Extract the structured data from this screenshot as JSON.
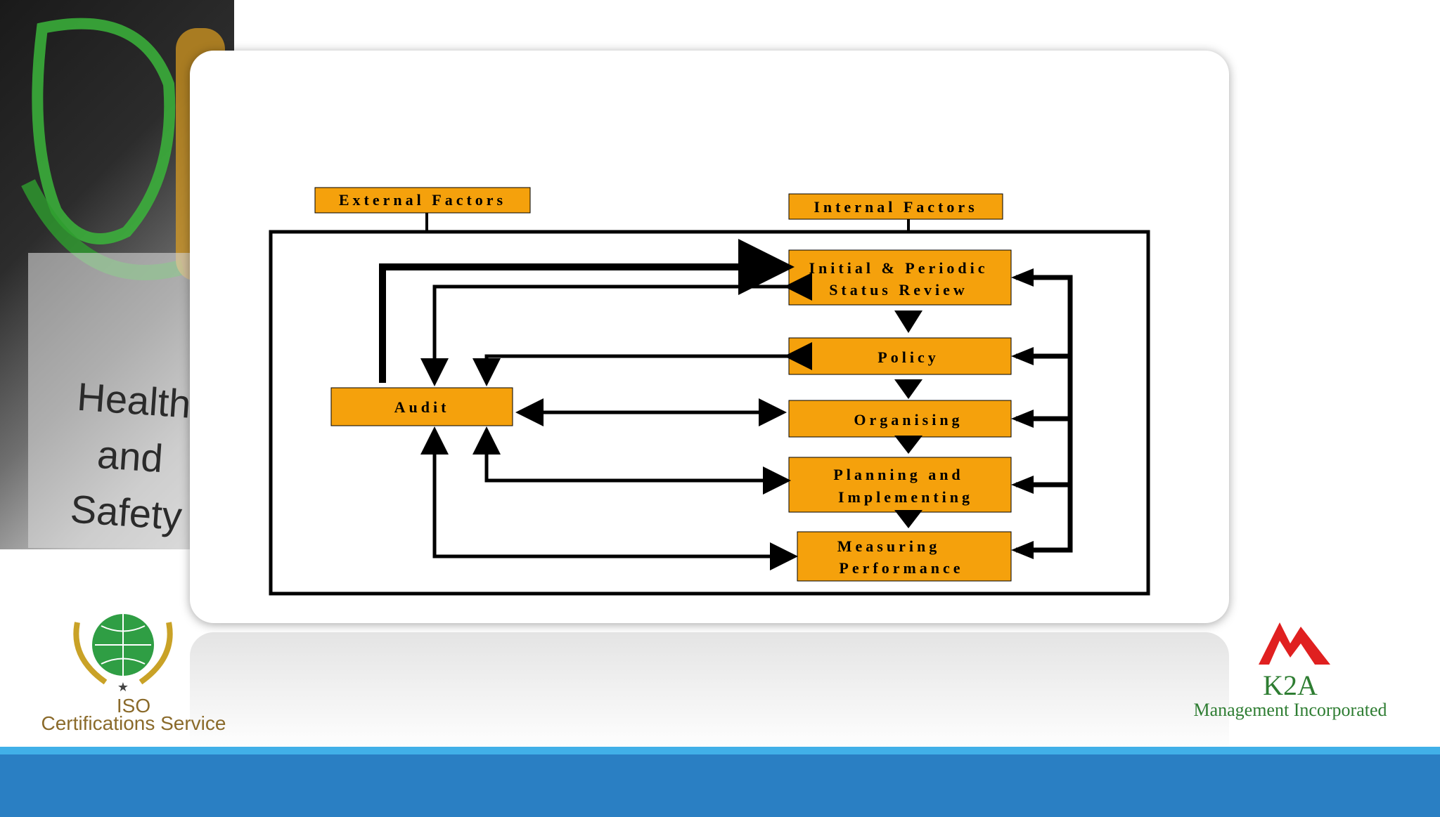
{
  "photo": {
    "caption": "Health and Safety"
  },
  "diagram": {
    "external_factors": "External Factors",
    "internal_factors": "Internal Factors",
    "audit": "Audit",
    "initial_review_line1": "Initial & Periodic",
    "initial_review_line2": "Status Review",
    "policy": "Policy",
    "organising": "Organising",
    "planning_line1": "Planning and",
    "planning_line2": "Implementing",
    "measuring_line1": "Measuring",
    "measuring_line2": "Performance",
    "box_color": "#f5a10c"
  },
  "logos": {
    "iso_line1": "ISO",
    "iso_line2": "Certifications Service",
    "k2a_name": "K2A",
    "k2a_tagline": "Management Incorporated"
  },
  "colors": {
    "bottom_bar": "#2a7fc3",
    "bottom_bar_stripe": "#41b0e8",
    "k2a_red": "#e02020",
    "k2a_green": "#2e7d32"
  }
}
